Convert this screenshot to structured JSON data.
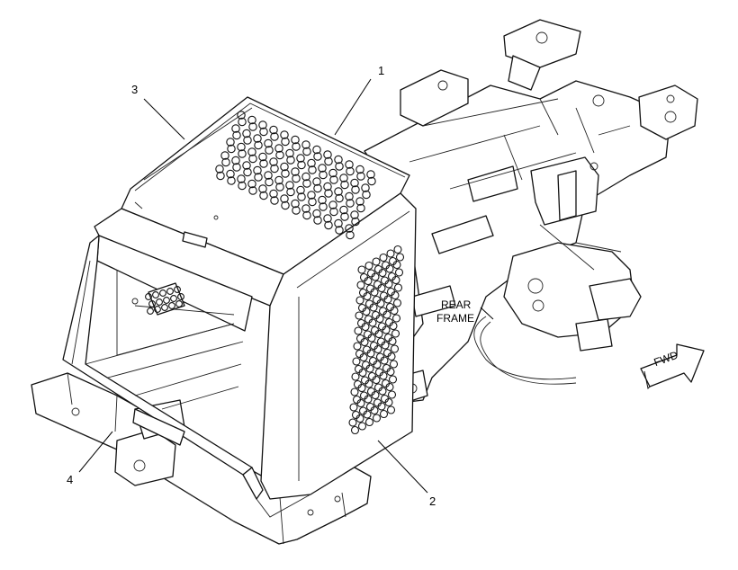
{
  "callouts": {
    "one": "1",
    "two": "2",
    "three": "3",
    "four": "4"
  },
  "annotations": {
    "rear_frame_line1": "REAR",
    "rear_frame_line2": "FRAME",
    "fwd_arrow": "FWD"
  }
}
